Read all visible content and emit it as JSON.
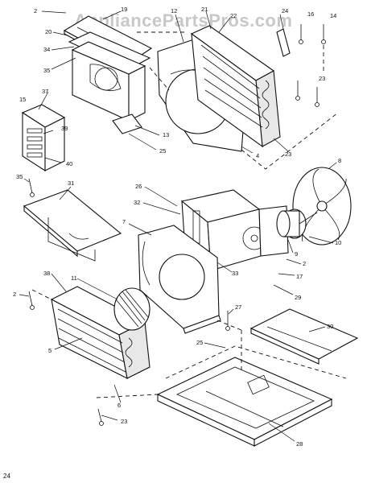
{
  "watermark": "AppliancePartsPros.com",
  "page_number": "24",
  "callouts": [
    "2",
    "19",
    "12",
    "21",
    "22",
    "24",
    "16",
    "14",
    "20",
    "34",
    "35",
    "37",
    "15",
    "39",
    "40",
    "13",
    "25",
    "4",
    "23",
    "23",
    "8",
    "35",
    "31",
    "26",
    "32",
    "7",
    "10",
    "9",
    "2",
    "33",
    "17",
    "29",
    "38",
    "11",
    "2",
    "27",
    "25",
    "30",
    "5",
    "6",
    "23",
    "28"
  ]
}
